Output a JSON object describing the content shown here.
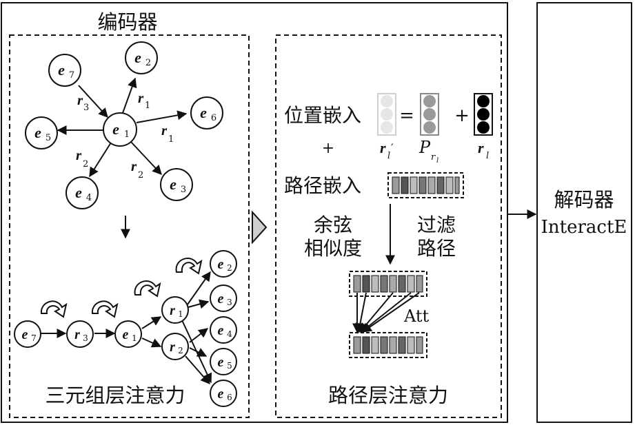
{
  "encoder": {
    "title": "编码器",
    "triple_layer_label": "三元组层注意力"
  },
  "path_module": {
    "position_embed_label": "位置嵌入",
    "path_embed_label": "路径嵌入",
    "cosine_label_1": "余弦",
    "cosine_label_2": "相似度",
    "filter_label_1": "过滤",
    "filter_label_2": "路径",
    "att_label": "Att",
    "path_layer_label": "路径层注意力",
    "plus": "+",
    "equals": "=",
    "r_l_prime": "r",
    "r_l_prime_sub": "l",
    "r_l_prime_mark": "′",
    "p_r_l": "P",
    "p_r_l_sub": "r",
    "p_r_l_subsub": "l",
    "r_l": "r",
    "r_l_sub": "l"
  },
  "decoder": {
    "label_1": "解码器",
    "label_2": "InteractE"
  },
  "graph_top": {
    "center": {
      "base": "e",
      "sub": "1"
    },
    "nodes": [
      {
        "base": "e",
        "sub": "7"
      },
      {
        "base": "e",
        "sub": "2"
      },
      {
        "base": "e",
        "sub": "6"
      },
      {
        "base": "e",
        "sub": "5"
      },
      {
        "base": "e",
        "sub": "4"
      },
      {
        "base": "e",
        "sub": "3"
      }
    ],
    "edges": [
      {
        "base": "r",
        "sub": "3"
      },
      {
        "base": "r",
        "sub": "1"
      },
      {
        "base": "r",
        "sub": "1"
      },
      {
        "base": "r",
        "sub": "2"
      },
      {
        "base": "r",
        "sub": "2"
      }
    ]
  },
  "graph_bottom": {
    "chain": [
      {
        "base": "e",
        "sub": "7"
      },
      {
        "base": "r",
        "sub": "3"
      },
      {
        "base": "e",
        "sub": "1"
      }
    ],
    "relations": [
      {
        "base": "r",
        "sub": "1"
      },
      {
        "base": "r",
        "sub": "2"
      }
    ],
    "targets": [
      {
        "base": "e",
        "sub": "2"
      },
      {
        "base": "e",
        "sub": "3"
      },
      {
        "base": "e",
        "sub": "4"
      },
      {
        "base": "e",
        "sub": "5"
      },
      {
        "base": "e",
        "sub": "6"
      }
    ]
  },
  "colors": {
    "stroke": "#111111",
    "light_gray": "#e6e6e6",
    "mid_gray": "#9a9a9a",
    "dark_gray": "#555555",
    "black": "#000000"
  }
}
